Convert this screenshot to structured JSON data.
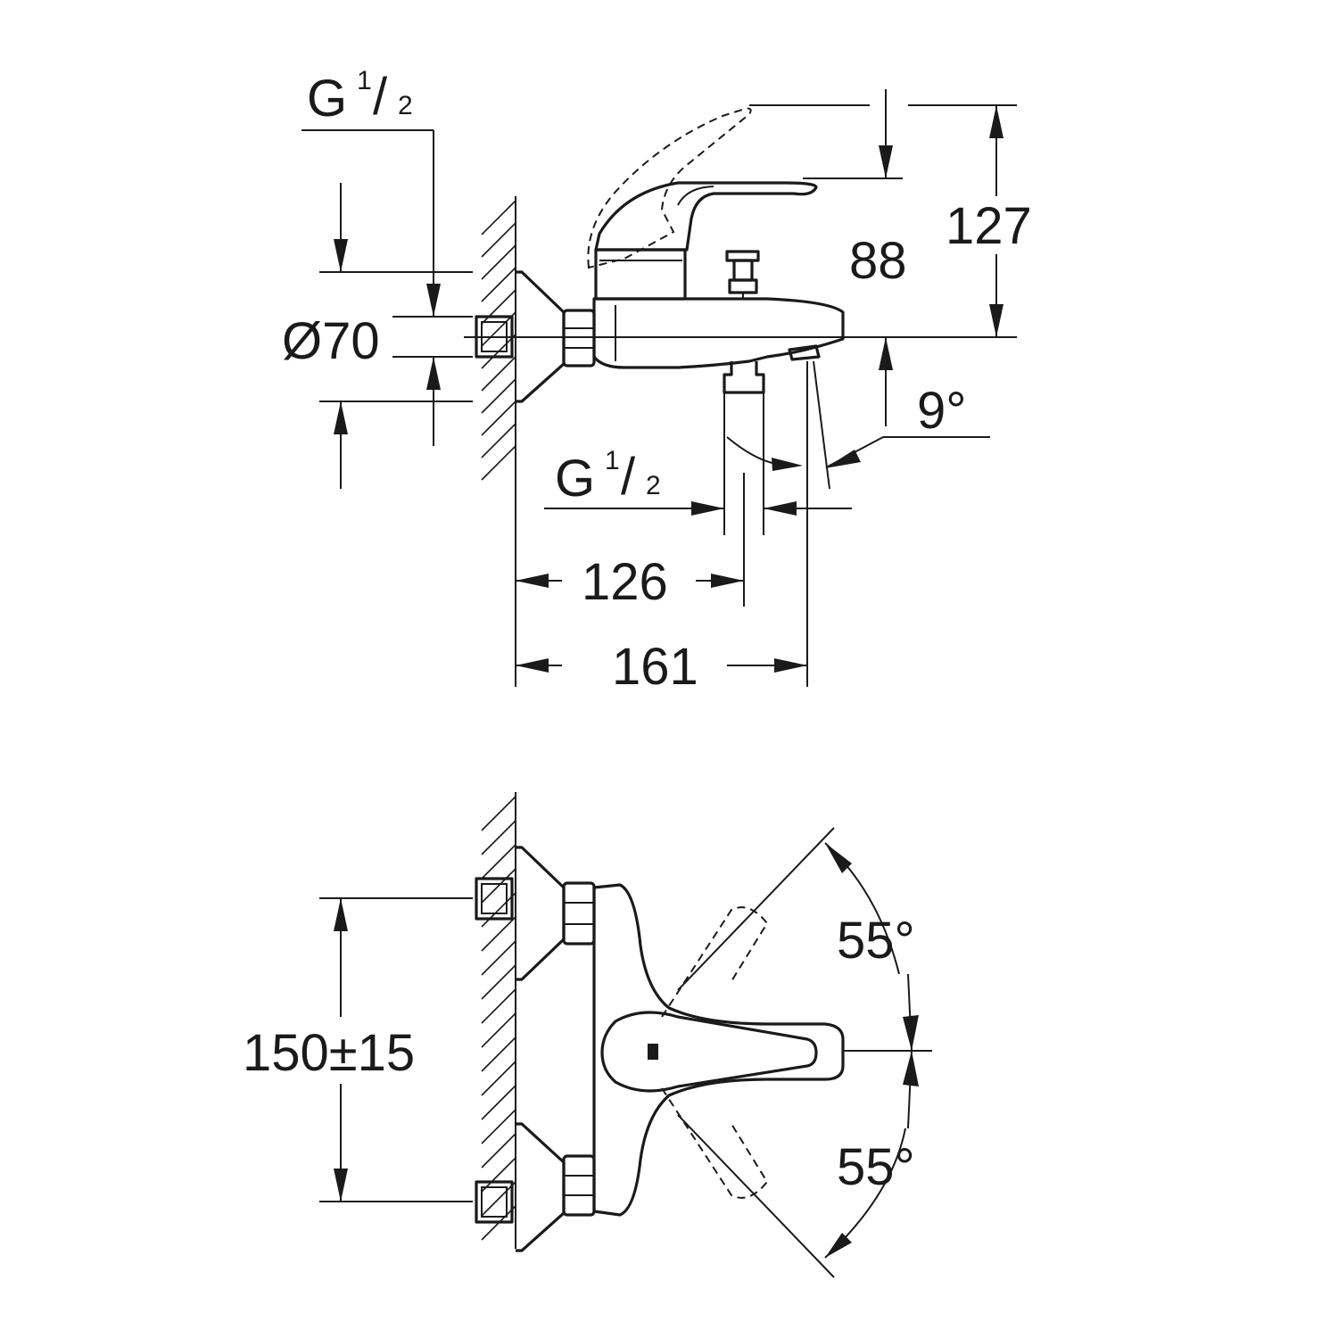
{
  "side_view": {
    "thread_top": {
      "letter": "G",
      "num": "1",
      "slash": "/",
      "den": "2"
    },
    "thread_bottom": {
      "letter": "G",
      "num": "1",
      "slash": "/",
      "den": "2"
    },
    "diameter": "Ø70",
    "height_127": "127",
    "height_88": "88",
    "angle": "9°",
    "width_126": "126",
    "width_161": "161"
  },
  "top_view": {
    "distance": "150±15",
    "angle_up": "55°",
    "angle_down": "55°"
  }
}
